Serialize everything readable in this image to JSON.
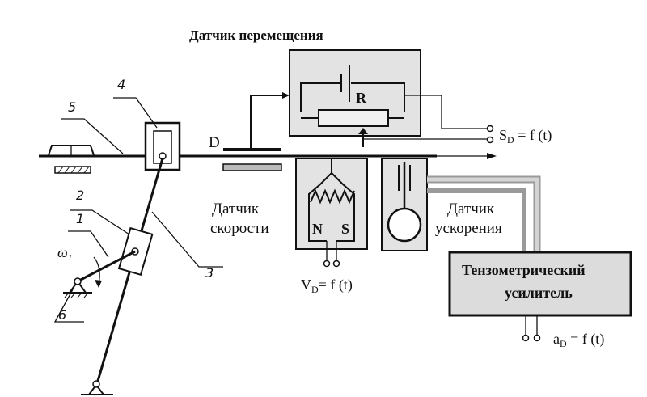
{
  "labels": {
    "displacement_sensor": "Датчик перемещения",
    "velocity_sensor_line1": "Датчик",
    "velocity_sensor_line2": "скорости",
    "accel_sensor_line1": "Датчик",
    "accel_sensor_line2": "ускорения",
    "amplifier_line1": "Тензометрический",
    "amplifier_line2": "усилитель",
    "resistor": "R",
    "point_d": "D",
    "pole_n": "N",
    "pole_s": "S",
    "omega": "ω",
    "omega_sub": "1"
  },
  "equations": {
    "displacement_main": "S",
    "displacement_sub": "D",
    "displacement_rest": " = f (t)",
    "velocity_main": "V",
    "velocity_sub": "D",
    "velocity_rest": "= f (t)",
    "accel_main": "a",
    "accel_sub": "D",
    "accel_rest": " = f (t)"
  },
  "link_numbers": [
    "1",
    "2",
    "3",
    "4",
    "5",
    "6"
  ]
}
